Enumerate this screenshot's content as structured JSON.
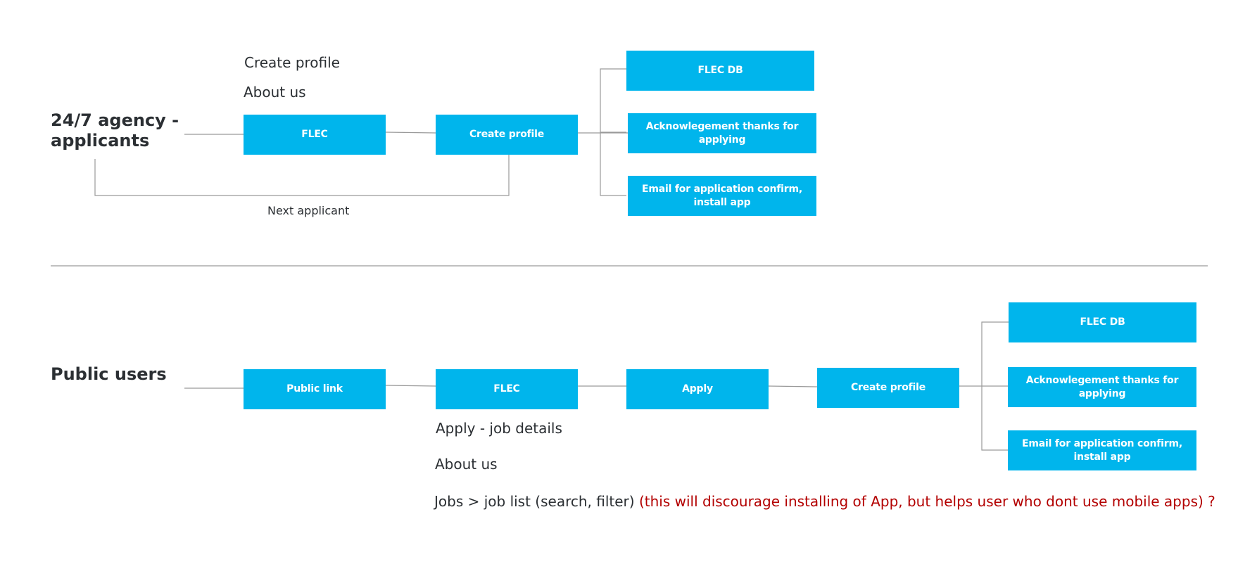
{
  "section1": {
    "heading": "24/7 agency - applicants",
    "note_create_profile": "Create profile",
    "note_about_us": "About us",
    "boxes": {
      "flec": "FLEC",
      "create_profile": "Create profile",
      "flec_db": "FLEC DB",
      "ack": "Acknowlegement thanks for applying",
      "email": "Email for application confirm, install app"
    },
    "loop_label": "Next applicant"
  },
  "section2": {
    "heading": "Public users",
    "boxes": {
      "public_link": "Public link",
      "flec": "FLEC",
      "apply": "Apply",
      "create_profile": "Create profile",
      "flec_db": "FLEC DB",
      "ack": "Acknowlegement thanks for applying",
      "email": "Email for application confirm, install app"
    },
    "note_apply_job": "Apply - job details",
    "note_about_us": "About us",
    "note_jobs": "Jobs > job list (search, filter)",
    "note_jobs_comment": "(this will discourage installing of App, but helps user who dont use mobile apps) ?"
  },
  "colors": {
    "box": "#00b5ec",
    "box_text": "#ffffff",
    "line": "#9a9a9a",
    "comment": "#b30000"
  }
}
